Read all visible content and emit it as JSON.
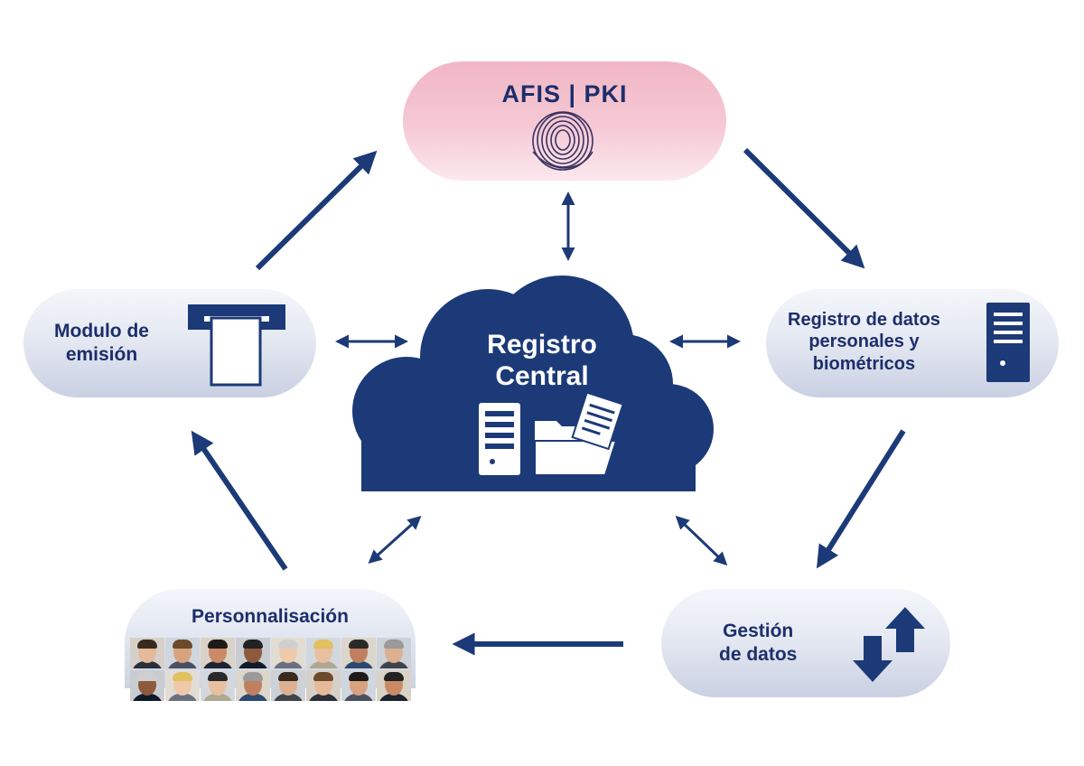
{
  "nodes": {
    "afis": {
      "label": "AFIS | PKI"
    },
    "modulo": {
      "line1": "Modulo de",
      "line2": "emisión"
    },
    "registro_datos": {
      "line1": "Registro de datos",
      "line2": "personales y",
      "line3": "biométricos"
    },
    "gestion": {
      "line1": "Gestión",
      "line2": "de datos"
    },
    "personalisation": {
      "label": "Personnalisación"
    },
    "central": {
      "line1": "Registro",
      "line2": "Central"
    }
  },
  "icons": [
    "fingerprint-icon",
    "card-slot-icon",
    "server-icon",
    "folder-document-icon",
    "up-down-arrows-icon"
  ],
  "colors": {
    "navy": "#1c3a78",
    "text": "#1c2e6b",
    "pink": "#f1b6c5",
    "pill": "#d6dcea"
  }
}
